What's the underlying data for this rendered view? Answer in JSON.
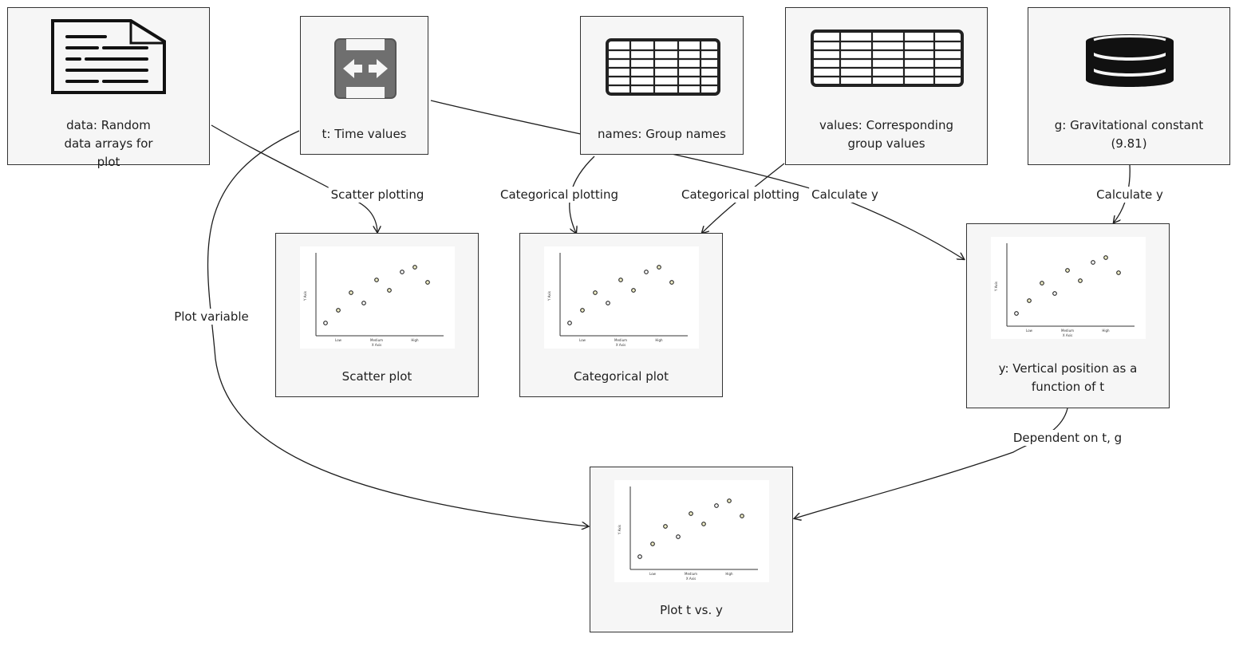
{
  "nodes": {
    "data": {
      "label": "data: Random data arrays for plot",
      "icon": "document-icon"
    },
    "t": {
      "label": "t: Time values",
      "icon": "arrows-icon"
    },
    "names": {
      "label": "names: Group names",
      "icon": "table-icon"
    },
    "values": {
      "label": "values: Corresponding group values",
      "icon": "table-icon"
    },
    "g": {
      "label": "g: Gravitational constant (9.81)",
      "icon": "database-icon"
    },
    "scatter": {
      "label": "Scatter plot",
      "icon": "scatter-chart-icon"
    },
    "categorical": {
      "label": "Categorical plot",
      "icon": "scatter-chart-icon"
    },
    "y": {
      "label": "y: Vertical position as a function of t",
      "icon": "scatter-chart-icon"
    },
    "plot": {
      "label": "Plot t vs. y",
      "icon": "scatter-chart-icon"
    }
  },
  "edges": {
    "data_scatter": "Scatter plotting",
    "names_categorical": "Categorical plotting",
    "values_categorical": "Categorical plotting",
    "t_y": "Calculate y",
    "g_y": "Calculate y",
    "t_plot": "Plot variable",
    "y_plot": "Dependent on t, g"
  },
  "thumbnail": {
    "xlabel": "X Axis",
    "ylabel": "Y Axis",
    "ticks": [
      "Low",
      "Medium",
      "High"
    ]
  }
}
